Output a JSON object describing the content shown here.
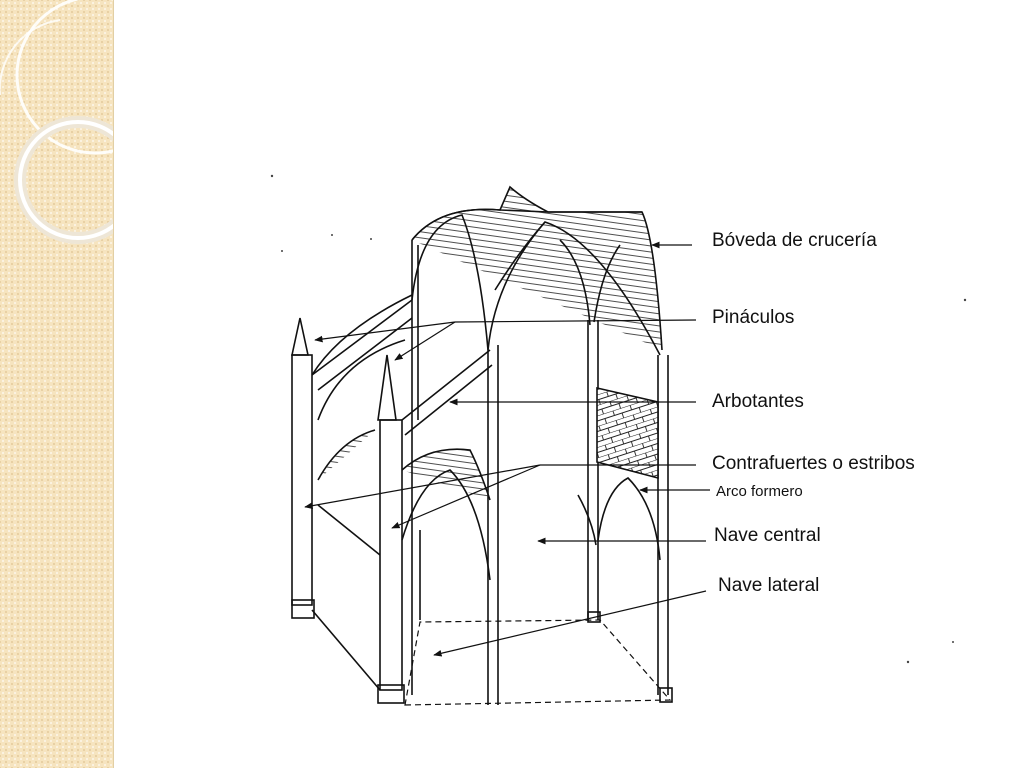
{
  "slide": {
    "colors": {
      "band": "#f6e4bf",
      "ink": "#111111",
      "background": "#ffffff"
    }
  },
  "diagram": {
    "labels": {
      "boveda": "Bóveda de crucería",
      "pinaculos": "Pináculos",
      "arbotantes": "Arbotantes",
      "contrafuertes": "Contrafuertes o estribos",
      "arco_formero": "Arco formero",
      "nave_central": "Nave central",
      "nave_lateral": "Nave lateral"
    }
  }
}
